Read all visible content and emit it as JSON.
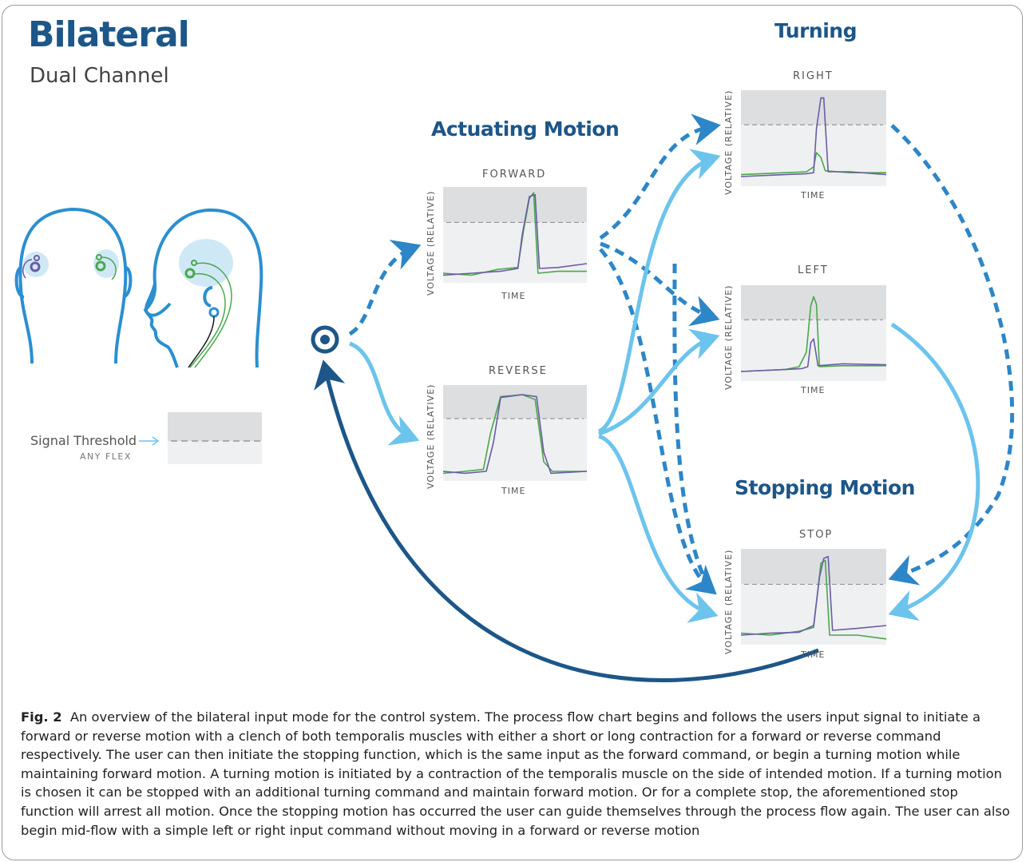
{
  "title": "Bilateral",
  "subtitle": "Dual Channel",
  "sections": {
    "actuating": "Actuating Motion",
    "turning": "Turning",
    "stopping": "Stopping Motion"
  },
  "threshold_legend": {
    "label": "Signal Threshold",
    "sublabel": "ANY FLEX"
  },
  "axis": {
    "x": "TIME",
    "y": "VOLTAGE (RELATIVE)"
  },
  "panels": {
    "forward": "FORWARD",
    "reverse": "REVERSE",
    "right": "RIGHT",
    "left": "LEFT",
    "stop": "STOP"
  },
  "caption": {
    "label": "Fig. 2",
    "text": "An overview of the bilateral input mode for the control system. The process flow chart begins and follows the users input signal to initiate a forward or reverse motion with a clench of both temporalis muscles with either a short or long contraction for a forward or reverse command respectively. The user can then initiate the stopping function, which is the same input as the forward command, or begin a turning motion while maintaining forward motion. A turning motion is initiated by a contraction of the temporalis muscle on the side of intended motion. If a turning motion is chosen it can be stopped with an additional turning command and maintain forward motion. Or for a complete stop, the aforementioned stop function will arrest all motion. Once the stopping motion has occurred the user can guide themselves through the process flow again. The user can also begin mid-flow with a simple left or right input command without moving in a forward or reverse motion"
  },
  "colors": {
    "dark_blue": "#1d5688",
    "mid_blue": "#2d86c7",
    "light_blue": "#6cc4ec",
    "purple": "#6b5ca5",
    "green": "#49a84b",
    "panel_top": "#dcdee0",
    "panel_bottom": "#eef0f1"
  }
}
